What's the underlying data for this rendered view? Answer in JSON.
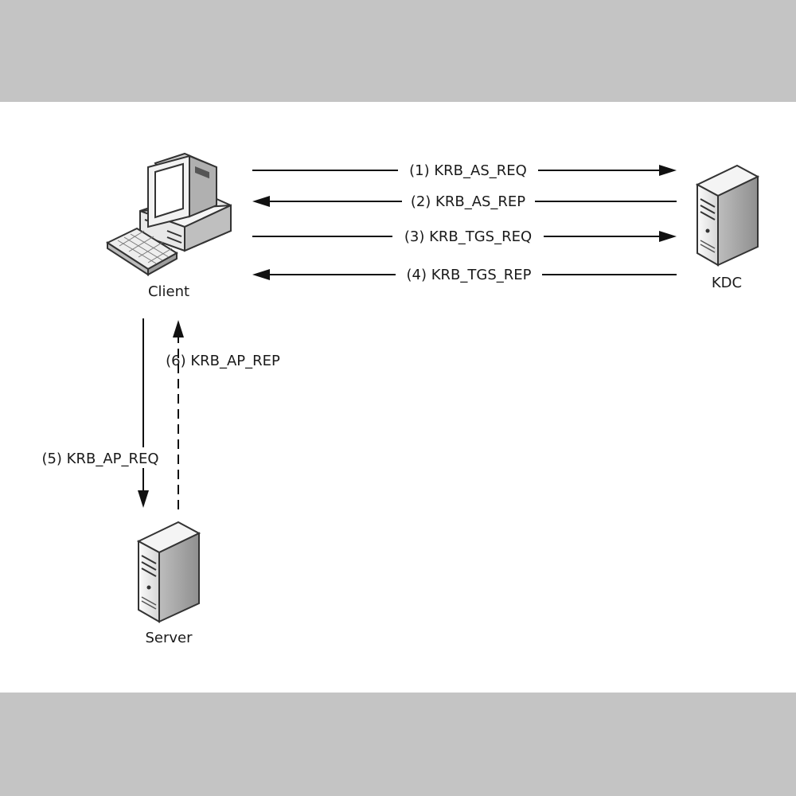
{
  "nodes": {
    "client": {
      "label": "Client",
      "icon": "desktop-computer-icon"
    },
    "kdc": {
      "label": "KDC",
      "icon": "server-tower-icon"
    },
    "server": {
      "label": "Server",
      "icon": "server-tower-icon"
    }
  },
  "messages": [
    {
      "label": "(1) KRB_AS_REQ",
      "from": "Client",
      "to": "KDC",
      "style": "solid"
    },
    {
      "label": "(2) KRB_AS_REP",
      "from": "KDC",
      "to": "Client",
      "style": "solid"
    },
    {
      "label": "(3) KRB_TGS_REQ",
      "from": "Client",
      "to": "KDC",
      "style": "solid"
    },
    {
      "label": "(4) KRB_TGS_REP",
      "from": "KDC",
      "to": "Client",
      "style": "solid"
    },
    {
      "label": "(5) KRB_AP_REQ",
      "from": "Client",
      "to": "Server",
      "style": "solid"
    },
    {
      "label": "(6) KRB_AP_REP",
      "from": "Server",
      "to": "Client",
      "style": "dashed"
    }
  ],
  "colors": {
    "background_band": "#c4c4c4",
    "canvas": "#ffffff",
    "line": "#111111"
  }
}
